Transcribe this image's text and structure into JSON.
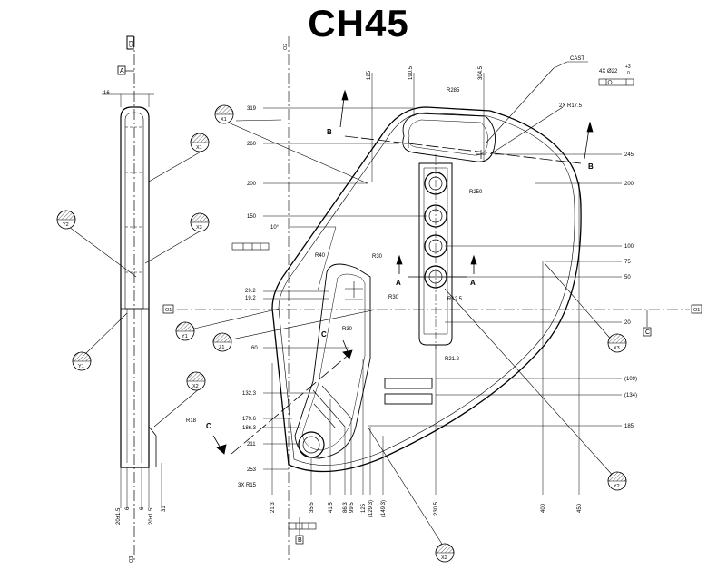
{
  "title": "CH45",
  "note_cast": "CAST",
  "hole_callout": "4X Ø22",
  "hole_callout_tol_top": "+3",
  "hole_callout_tol_bottom": "0",
  "callout_2x": "2X R17.5",
  "callout_3x": "3X R15",
  "side_view": {
    "bottom_dims": [
      "20±1.5",
      "6",
      "6",
      "20±1.5",
      "31"
    ],
    "top_dim": "16"
  },
  "radius_labels": {
    "r285": "R285",
    "r250": "R250",
    "r40": "R40",
    "r30a": "R30",
    "r30b": "R30",
    "r30c": "R30",
    "r125": "R12.5",
    "r21": "R21.2",
    "r18": "R18"
  },
  "angle_label": "10°",
  "left_dims": [
    {
      "key": "d319",
      "text": "319"
    },
    {
      "key": "d260",
      "text": "260"
    },
    {
      "key": "d200",
      "text": "200"
    },
    {
      "key": "d150",
      "text": "150"
    },
    {
      "key": "d292",
      "text": "29.2"
    },
    {
      "key": "d192",
      "text": "19.2"
    },
    {
      "key": "d60",
      "text": "60"
    },
    {
      "key": "d1323",
      "text": "132.3"
    },
    {
      "key": "d1796",
      "text": "179.6"
    },
    {
      "key": "d1863",
      "text": "186.3"
    },
    {
      "key": "d211",
      "text": "211"
    },
    {
      "key": "d253",
      "text": "253"
    }
  ],
  "right_dims": [
    {
      "key": "r245",
      "text": "245"
    },
    {
      "key": "r200",
      "text": "200"
    },
    {
      "key": "r100",
      "text": "100"
    },
    {
      "key": "r75",
      "text": "75"
    },
    {
      "key": "r50",
      "text": "50"
    },
    {
      "key": "r20",
      "text": "20"
    },
    {
      "key": "r109",
      "text": "(109)"
    },
    {
      "key": "r134",
      "text": "(134)"
    },
    {
      "key": "r185",
      "text": "185"
    }
  ],
  "top_dims": [
    {
      "key": "t125",
      "text": "125"
    },
    {
      "key": "t1905",
      "text": "190.5"
    },
    {
      "key": "t3045",
      "text": "304.5"
    }
  ],
  "bottom_dims": [
    {
      "key": "b213",
      "text": "21.3"
    },
    {
      "key": "b355",
      "text": "35.5"
    },
    {
      "key": "b415",
      "text": "41.5"
    },
    {
      "key": "b863",
      "text": "86.3"
    },
    {
      "key": "b995",
      "text": "99.5"
    },
    {
      "key": "b125",
      "text": "125"
    },
    {
      "key": "b1293",
      "text": "(129.3)"
    },
    {
      "key": "b1493",
      "text": "(149.3)"
    },
    {
      "key": "b2305",
      "text": "230.5"
    },
    {
      "key": "b400",
      "text": "400"
    },
    {
      "key": "b450",
      "text": "450"
    }
  ],
  "datums": {
    "A": "A",
    "B": "B",
    "C": "C",
    "O1": "O1",
    "O2": "O2",
    "O3": "O3"
  },
  "balloons": [
    "X1",
    "X1",
    "Y2",
    "X3",
    "Y1",
    "X2",
    "Y1",
    "Z1",
    "X3",
    "Y2",
    "X2"
  ],
  "section_labels": {
    "a1": "A",
    "a2": "A",
    "b1": "B",
    "b2": "B",
    "c1": "C",
    "c2": "C"
  }
}
